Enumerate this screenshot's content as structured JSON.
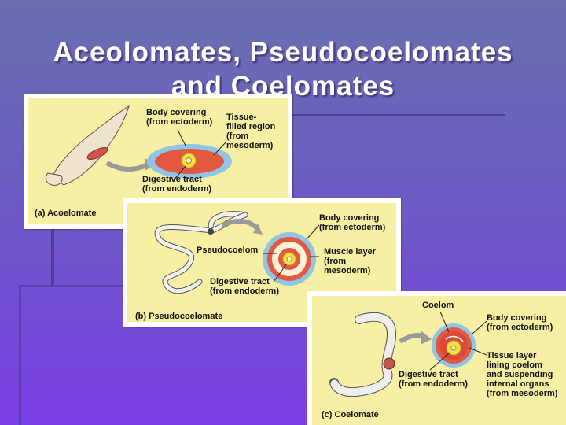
{
  "title": {
    "line1": "Aceolomates, Pseudocoelomates",
    "line2": "and Coelomates"
  },
  "panels": {
    "a": {
      "caption": "(a) Acoelomate",
      "labels": {
        "body_covering": "Body covering",
        "body_covering_sub": "(from ectoderm)",
        "tissue_1": "Tissue-",
        "tissue_2": "filled region",
        "tissue_3": "(from",
        "tissue_4": "mesoderm)",
        "digestive_1": "Digestive tract",
        "digestive_2": "(from endoderm)"
      }
    },
    "b": {
      "caption": "(b) Pseudocoelomate",
      "labels": {
        "body_covering": "Body covering",
        "body_covering_sub": "(from ectoderm)",
        "pseudocoelom": "Pseudocoelom",
        "muscle_1": "Muscle layer",
        "muscle_2": "(from",
        "muscle_3": "mesoderm)",
        "digestive_1": "Digestive tract",
        "digestive_2": "(from endoderm)"
      }
    },
    "c": {
      "caption": "(c) Coelomate",
      "labels": {
        "coelom": "Coelom",
        "body_covering": "Body covering",
        "body_covering_sub": "(from ectoderm)",
        "tissue_1": "Tissue layer",
        "tissue_2": "lining coelom",
        "tissue_3": "and suspending",
        "tissue_4": "internal organs",
        "tissue_5": "(from mesoderm)",
        "digestive_1": "Digestive tract",
        "digestive_2": "(from endoderm)"
      }
    }
  }
}
